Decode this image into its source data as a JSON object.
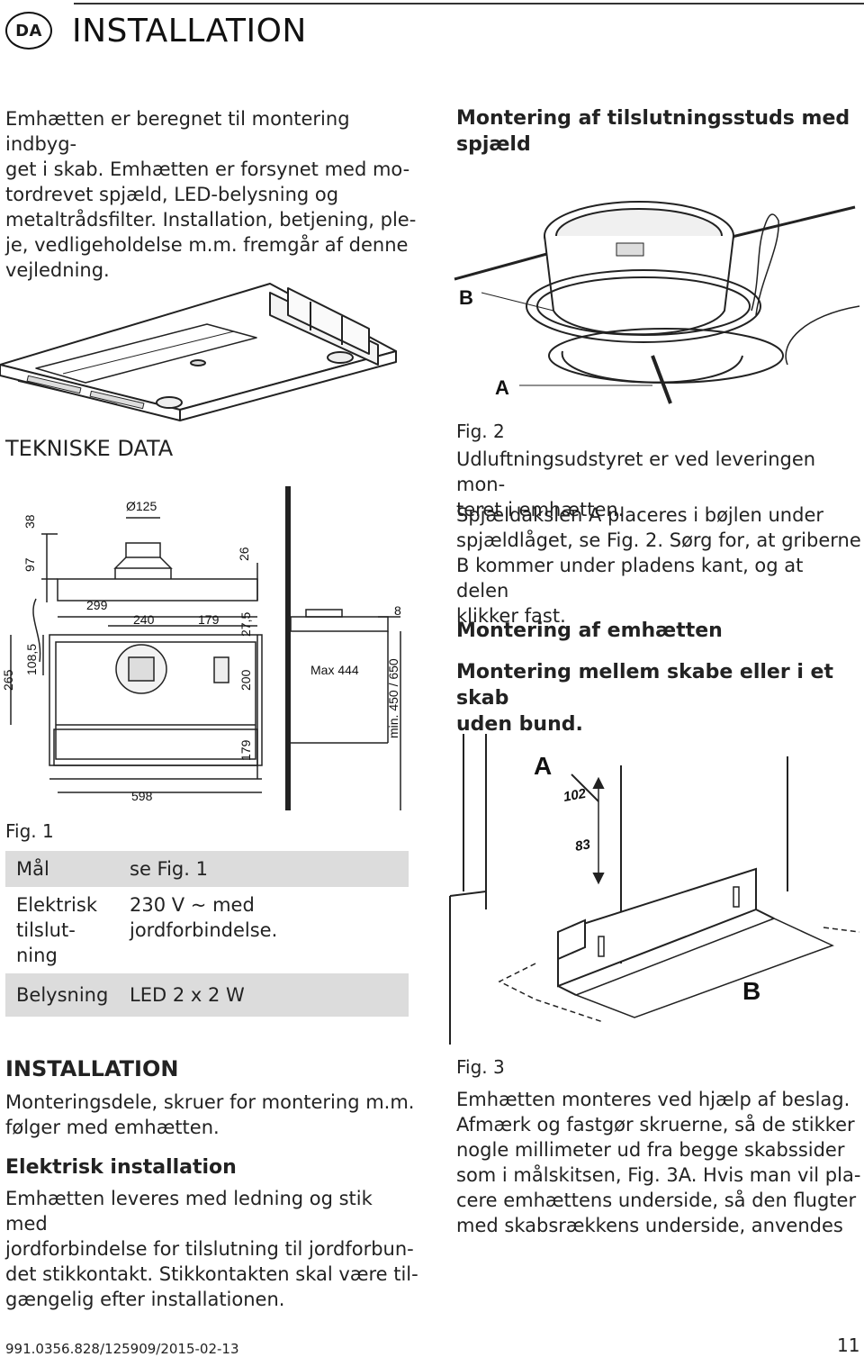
{
  "header": {
    "lang_code": "DA",
    "title": "INSTALLATION"
  },
  "intro": "Emhætten er beregnet til montering indbyg-get i skab. Emhætten er forsynet med mo-tordrevet spjæld, LED-belysning og metaltrådsfilter. Installation, betjening, ple-je, vedligeholdelse m.m. fremgår af denne vejledning.",
  "intro_lines": [
    "Emhætten er beregnet til montering indbyg-",
    "get i skab. Emhætten er forsynet med mo-",
    "tordrevet spjæld, LED-belysning og",
    "metaltrådsfilter. Installation, betjening, ple-",
    "je, vedligeholdelse m.m. fremgår af denne",
    "vejledning."
  ],
  "tech_data": {
    "heading": "TEKNISKE DATA",
    "fig_label": "Fig. 1",
    "dims": {
      "d38": "38",
      "d97": "97",
      "d125": "Ø125",
      "d26": "26",
      "d8": "8",
      "d299": "299",
      "d240": "240",
      "d179a": "179",
      "d27_5": "27,5",
      "d265": "265",
      "d108_5": "108,5",
      "d200": "200",
      "d179b": "179",
      "d598": "598",
      "max444": "Max  444",
      "min450": "min. 450 / 650"
    },
    "rows": [
      {
        "key": "Mål",
        "value": "se Fig. 1"
      },
      {
        "key": "Elektrisk tilslut-ning",
        "key_lines": [
          "Elektrisk",
          "tilslut-",
          "ning"
        ],
        "value_lines": [
          "230 V ~ med",
          "jordforbindelse."
        ]
      },
      {
        "key": "Belysning",
        "value": "LED 2 x 2 W"
      }
    ]
  },
  "installation": {
    "heading": "INSTALLATION",
    "lines": [
      "Monteringsdele, skruer for montering m.m.",
      "følger med emhætten."
    ]
  },
  "electrical": {
    "heading": "Elektrisk installation",
    "lines": [
      "Emhætten leveres med ledning og stik med",
      "jordforbindelse for tilslutning til jordforbun-",
      "det stikkontakt. Stikkontakten skal være til-",
      "gængelig efter installationen."
    ]
  },
  "mounting_duct": {
    "heading_lines": [
      "Montering af tilslutningsstuds med",
      "spjæld"
    ],
    "callouts": {
      "a": "A",
      "b": "B"
    },
    "fig_label": "Fig. 2",
    "para1_lines": [
      "Udluftningsudstyret er ved leveringen mon-",
      "teret i emhætten."
    ],
    "para2_lines": [
      "Spjældakslen A placeres i bøjlen under",
      "spjældlåget, se Fig. 2. Sørg for, at griberne",
      "B kommer under pladens kant, og at delen",
      "klikker fast."
    ]
  },
  "mounting_hood": {
    "heading": "Montering af emhætten",
    "sub_lines": [
      "Montering mellem skabe eller i et skab",
      "uden bund."
    ],
    "callouts": {
      "a": "A",
      "b": "B",
      "d102": "102",
      "d83": "83"
    },
    "fig_label": "Fig. 3",
    "lines": [
      "Emhætten monteres ved hjælp af beslag.",
      "Afmærk og fastgør skruerne, så de stikker",
      "nogle millimeter ud fra begge skabssider",
      "som i målskitsen, Fig. 3A. Hvis man vil pla-",
      "cere emhættens underside, så den flugter",
      "med skabsrækkens underside, anvendes"
    ]
  },
  "footer": {
    "doc_code": "991.0356.828/125909/2015-02-13",
    "page": "11"
  }
}
